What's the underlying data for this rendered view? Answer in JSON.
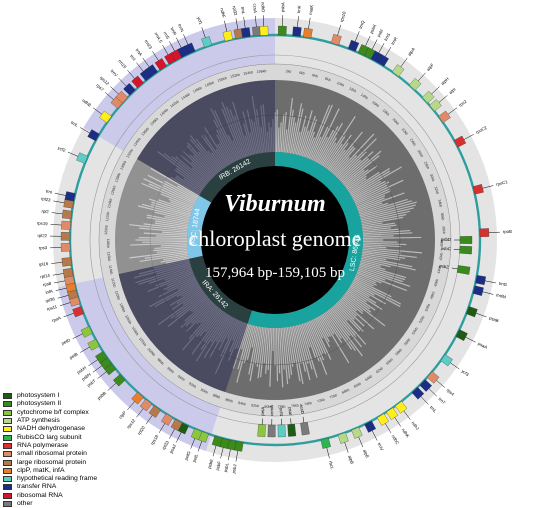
{
  "center": {
    "genus": "Viburnum",
    "type": "chloroplast genome",
    "size": "157,964 bp-159,105 bp"
  },
  "regions": [
    {
      "name": "LSC",
      "label": "LSC: 86936",
      "length": 86936,
      "color": "#19a39e"
    },
    {
      "name": "IRA",
      "label": "IRA: 26142",
      "length": 26142,
      "color": "#2a3f3f"
    },
    {
      "name": "SSC",
      "label": "SSC: 18744",
      "length": 18744,
      "color": "#7fc7e8"
    },
    {
      "name": "IRB",
      "label": "IRB: 26142",
      "length": 26142,
      "color": "#2a3f3f"
    }
  ],
  "legend": [
    {
      "label": "photosystem I",
      "color": "#1d5c14"
    },
    {
      "label": "photosystem II",
      "color": "#3a8a1c"
    },
    {
      "label": "cytochrome b/f complex",
      "color": "#8cc63f"
    },
    {
      "label": "ATP synthesis",
      "color": "#b5d989"
    },
    {
      "label": "NADH dehydrogenase",
      "color": "#ffee1c"
    },
    {
      "label": "RubisCO larg subunit",
      "color": "#2fb550"
    },
    {
      "label": "RNA polymerase",
      "color": "#d83030"
    },
    {
      "label": "small ribosomal protein",
      "color": "#e08a68"
    },
    {
      "label": "large ribosomal protein",
      "color": "#b5794a"
    },
    {
      "label": "clpP, matK, infA",
      "color": "#e87d2c"
    },
    {
      "label": "hypothetical reading frame",
      "color": "#5ccdc5"
    },
    {
      "label": "transfer RNA",
      "color": "#1a2e86"
    },
    {
      "label": "ribosomal RNA",
      "color": "#d6152b"
    },
    {
      "label": "other",
      "color": "#7a7a7a"
    }
  ],
  "genes": [
    {
      "name": "psbA",
      "deg": 2,
      "side": "out",
      "color": "#3a8a1c"
    },
    {
      "name": "trnK",
      "deg": 6,
      "side": "out",
      "color": "#1a2e86"
    },
    {
      "name": "matK",
      "deg": 9,
      "side": "out",
      "color": "#e87d2c"
    },
    {
      "name": "rps16",
      "deg": 17,
      "side": "out",
      "color": "#e08a68"
    },
    {
      "name": "trnQ",
      "deg": 22,
      "side": "out",
      "color": "#1a2e86"
    },
    {
      "name": "psbK",
      "deg": 25,
      "side": "out",
      "color": "#3a8a1c"
    },
    {
      "name": "psbI",
      "deg": 27,
      "side": "out",
      "color": "#3a8a1c"
    },
    {
      "name": "trnS",
      "deg": 29,
      "side": "out",
      "color": "#1a2e86"
    },
    {
      "name": "trnR",
      "deg": 31,
      "side": "out",
      "color": "#1a2e86"
    },
    {
      "name": "atpA",
      "deg": 36,
      "side": "out",
      "color": "#b5d989"
    },
    {
      "name": "atpF",
      "deg": 42,
      "side": "out",
      "color": "#b5d989"
    },
    {
      "name": "atpH",
      "deg": 47,
      "side": "out",
      "color": "#b5d989"
    },
    {
      "name": "atpI",
      "deg": 50,
      "side": "out",
      "color": "#b5d989"
    },
    {
      "name": "rps2",
      "deg": 54,
      "side": "out",
      "color": "#e08a68"
    },
    {
      "name": "rpoC2",
      "deg": 62,
      "side": "out",
      "color": "#d83030"
    },
    {
      "name": "rpoC1",
      "deg": 76,
      "side": "out",
      "color": "#d83030"
    },
    {
      "name": "rpoB",
      "deg": 88,
      "side": "out",
      "color": "#d83030"
    },
    {
      "name": "psbD",
      "deg": 90,
      "side": "in",
      "color": "#3a8a1c"
    },
    {
      "name": "psbC",
      "deg": 93,
      "side": "in",
      "color": "#3a8a1c"
    },
    {
      "name": "psbZ",
      "deg": 99,
      "side": "in",
      "color": "#3a8a1c"
    },
    {
      "name": "trnG",
      "deg": 101,
      "side": "out",
      "color": "#1a2e86"
    },
    {
      "name": "trnfM",
      "deg": 104,
      "side": "out",
      "color": "#1a2e86"
    },
    {
      "name": "psaB",
      "deg": 110,
      "side": "out",
      "color": "#1d5c14"
    },
    {
      "name": "psaA",
      "deg": 117,
      "side": "out",
      "color": "#1d5c14"
    },
    {
      "name": "ycf3",
      "deg": 125,
      "side": "out",
      "color": "#5ccdc5"
    },
    {
      "name": "rps4",
      "deg": 131,
      "side": "out",
      "color": "#e08a68"
    },
    {
      "name": "trnT",
      "deg": 134,
      "side": "out",
      "color": "#1a2e86"
    },
    {
      "name": "trnL",
      "deg": 137,
      "side": "out",
      "color": "#1a2e86"
    },
    {
      "name": "ndhJ",
      "deg": 143,
      "side": "out",
      "color": "#ffee1c"
    },
    {
      "name": "ndhK",
      "deg": 146,
      "side": "out",
      "color": "#ffee1c"
    },
    {
      "name": "ndhC",
      "deg": 149,
      "side": "out",
      "color": "#ffee1c"
    },
    {
      "name": "trnV",
      "deg": 153,
      "side": "out",
      "color": "#1a2e86"
    },
    {
      "name": "atpE",
      "deg": 157,
      "side": "out",
      "color": "#b5d989"
    },
    {
      "name": "atpB",
      "deg": 161,
      "side": "out",
      "color": "#b5d989"
    },
    {
      "name": "rbcL",
      "deg": 166,
      "side": "out",
      "color": "#2fb550"
    },
    {
      "name": "accD",
      "deg": 171,
      "side": "in",
      "color": "#7a7a7a"
    },
    {
      "name": "psaI",
      "deg": 175,
      "side": "in",
      "color": "#1d5c14"
    },
    {
      "name": "ycf4",
      "deg": 178,
      "side": "in",
      "color": "#5ccdc5"
    },
    {
      "name": "cemA",
      "deg": 181,
      "side": "in",
      "color": "#7a7a7a"
    },
    {
      "name": "petA",
      "deg": 184,
      "side": "in",
      "color": "#8cc63f"
    },
    {
      "name": "psbJ",
      "deg": 190,
      "side": "out",
      "color": "#3a8a1c"
    },
    {
      "name": "psbL",
      "deg": 192,
      "side": "out",
      "color": "#3a8a1c"
    },
    {
      "name": "psbF",
      "deg": 194,
      "side": "out",
      "color": "#3a8a1c"
    },
    {
      "name": "psbE",
      "deg": 196,
      "side": "out",
      "color": "#3a8a1c"
    },
    {
      "name": "petL",
      "deg": 200,
      "side": "out",
      "color": "#8cc63f"
    },
    {
      "name": "petG",
      "deg": 202,
      "side": "out",
      "color": "#8cc63f"
    },
    {
      "name": "psaJ",
      "deg": 206,
      "side": "out",
      "color": "#1d5c14"
    },
    {
      "name": "rpl33",
      "deg": 208,
      "side": "out",
      "color": "#b5794a"
    },
    {
      "name": "rps18",
      "deg": 211,
      "side": "out",
      "color": "#e08a68"
    },
    {
      "name": "rpl20",
      "deg": 215,
      "side": "out",
      "color": "#b5794a"
    },
    {
      "name": "rps12",
      "deg": 218,
      "side": "out",
      "color": "#e08a68"
    },
    {
      "name": "clpP",
      "deg": 221,
      "side": "out",
      "color": "#e87d2c"
    },
    {
      "name": "psbB",
      "deg": 228,
      "side": "out",
      "color": "#3a8a1c"
    },
    {
      "name": "psbT",
      "deg": 232,
      "side": "out",
      "color": "#3a8a1c"
    },
    {
      "name": "psbN",
      "deg": 234,
      "side": "out",
      "color": "#3a8a1c"
    },
    {
      "name": "psbH",
      "deg": 236,
      "side": "out",
      "color": "#3a8a1c"
    },
    {
      "name": "petB",
      "deg": 240,
      "side": "out",
      "color": "#8cc63f"
    },
    {
      "name": "petD",
      "deg": 244,
      "side": "out",
      "color": "#8cc63f"
    },
    {
      "name": "rpoA",
      "deg": 250,
      "side": "out",
      "color": "#d83030"
    },
    {
      "name": "rps11",
      "deg": 253,
      "side": "out",
      "color": "#e08a68"
    },
    {
      "name": "rpl36",
      "deg": 255,
      "side": "out",
      "color": "#b5794a"
    },
    {
      "name": "infA",
      "deg": 257,
      "side": "out",
      "color": "#e87d2c"
    },
    {
      "name": "rps8",
      "deg": 259,
      "side": "out",
      "color": "#e08a68"
    },
    {
      "name": "rpl14",
      "deg": 261,
      "side": "out",
      "color": "#b5794a"
    },
    {
      "name": "rpl16",
      "deg": 264,
      "side": "out",
      "color": "#b5794a"
    },
    {
      "name": "rps3",
      "deg": 268,
      "side": "out",
      "color": "#e08a68"
    },
    {
      "name": "rpl22",
      "deg": 271,
      "side": "out",
      "color": "#b5794a"
    },
    {
      "name": "rps19",
      "deg": 274,
      "side": "out",
      "color": "#e08a68"
    },
    {
      "name": "rpl2",
      "deg": 277,
      "side": "out",
      "color": "#b5794a"
    },
    {
      "name": "rpl23",
      "deg": 280,
      "side": "out",
      "color": "#b5794a"
    },
    {
      "name": "trnI",
      "deg": 282,
      "side": "out",
      "color": "#1a2e86"
    },
    {
      "name": "ycf2",
      "deg": 293,
      "side": "out",
      "color": "#5ccdc5"
    },
    {
      "name": "trnL",
      "deg": 300,
      "side": "out",
      "color": "#1a2e86"
    },
    {
      "name": "ndhB",
      "deg": 306,
      "side": "out",
      "color": "#ffee1c"
    },
    {
      "name": "rps7",
      "deg": 311,
      "side": "out",
      "color": "#e08a68"
    },
    {
      "name": "rps12",
      "deg": 313,
      "side": "out",
      "color": "#e08a68"
    },
    {
      "name": "trnV",
      "deg": 316,
      "side": "out",
      "color": "#1a2e86"
    },
    {
      "name": "rrn16",
      "deg": 319,
      "side": "out",
      "color": "#d6152b"
    },
    {
      "name": "trnI",
      "deg": 322,
      "side": "out",
      "color": "#1a2e86"
    },
    {
      "name": "trnA",
      "deg": 324,
      "side": "out",
      "color": "#1a2e86"
    },
    {
      "name": "rrn23",
      "deg": 327,
      "side": "out",
      "color": "#d6152b"
    },
    {
      "name": "rrn4.5",
      "deg": 330,
      "side": "out",
      "color": "#d6152b"
    },
    {
      "name": "rrn5",
      "deg": 332,
      "side": "out",
      "color": "#d6152b"
    },
    {
      "name": "trnR",
      "deg": 334,
      "side": "out",
      "color": "#1a2e86"
    },
    {
      "name": "trnN",
      "deg": 336,
      "side": "out",
      "color": "#1a2e86"
    },
    {
      "name": "ycf1",
      "deg": 341,
      "side": "out",
      "color": "#5ccdc5"
    },
    {
      "name": "ndhF",
      "deg": 347,
      "side": "out",
      "color": "#ffee1c"
    },
    {
      "name": "rpl32",
      "deg": 350,
      "side": "out",
      "color": "#b5794a"
    },
    {
      "name": "trnL",
      "deg": 352,
      "side": "out",
      "color": "#1a2e86"
    },
    {
      "name": "ccsA",
      "deg": 355,
      "side": "out",
      "color": "#7a7a7a"
    },
    {
      "name": "ndhD",
      "deg": 357,
      "side": "out",
      "color": "#ffee1c"
    }
  ],
  "kb_ticks": [
    "2kb",
    "4kb",
    "6kb",
    "8kb",
    "10kb",
    "12kb",
    "14kb",
    "16kb",
    "18kb",
    "20kb",
    "22kb",
    "24kb",
    "26kb",
    "28kb",
    "30kb",
    "32kb",
    "34kb",
    "36kb",
    "38kb",
    "40kb",
    "42kb",
    "44kb",
    "46kb",
    "48kb",
    "50kb",
    "52kb",
    "54kb",
    "56kb",
    "58kb",
    "60kb",
    "62kb",
    "64kb",
    "66kb",
    "68kb",
    "70kb",
    "72kb",
    "74kb",
    "76kb",
    "78kb",
    "80kb",
    "82kb",
    "84kb",
    "86kb",
    "88kb",
    "90kb",
    "92kb",
    "94kb",
    "96kb",
    "98kb",
    "100kb",
    "102kb",
    "104kb",
    "106kb",
    "108kb",
    "110kb",
    "112kb",
    "114kb",
    "116kb",
    "118kb",
    "120kb",
    "122kb",
    "124kb",
    "126kb",
    "128kb",
    "130kb",
    "132kb",
    "134kb",
    "136kb",
    "138kb",
    "140kb",
    "142kb",
    "144kb",
    "146kb",
    "148kb",
    "150kb",
    "152kb",
    "154kb",
    "156kb"
  ]
}
